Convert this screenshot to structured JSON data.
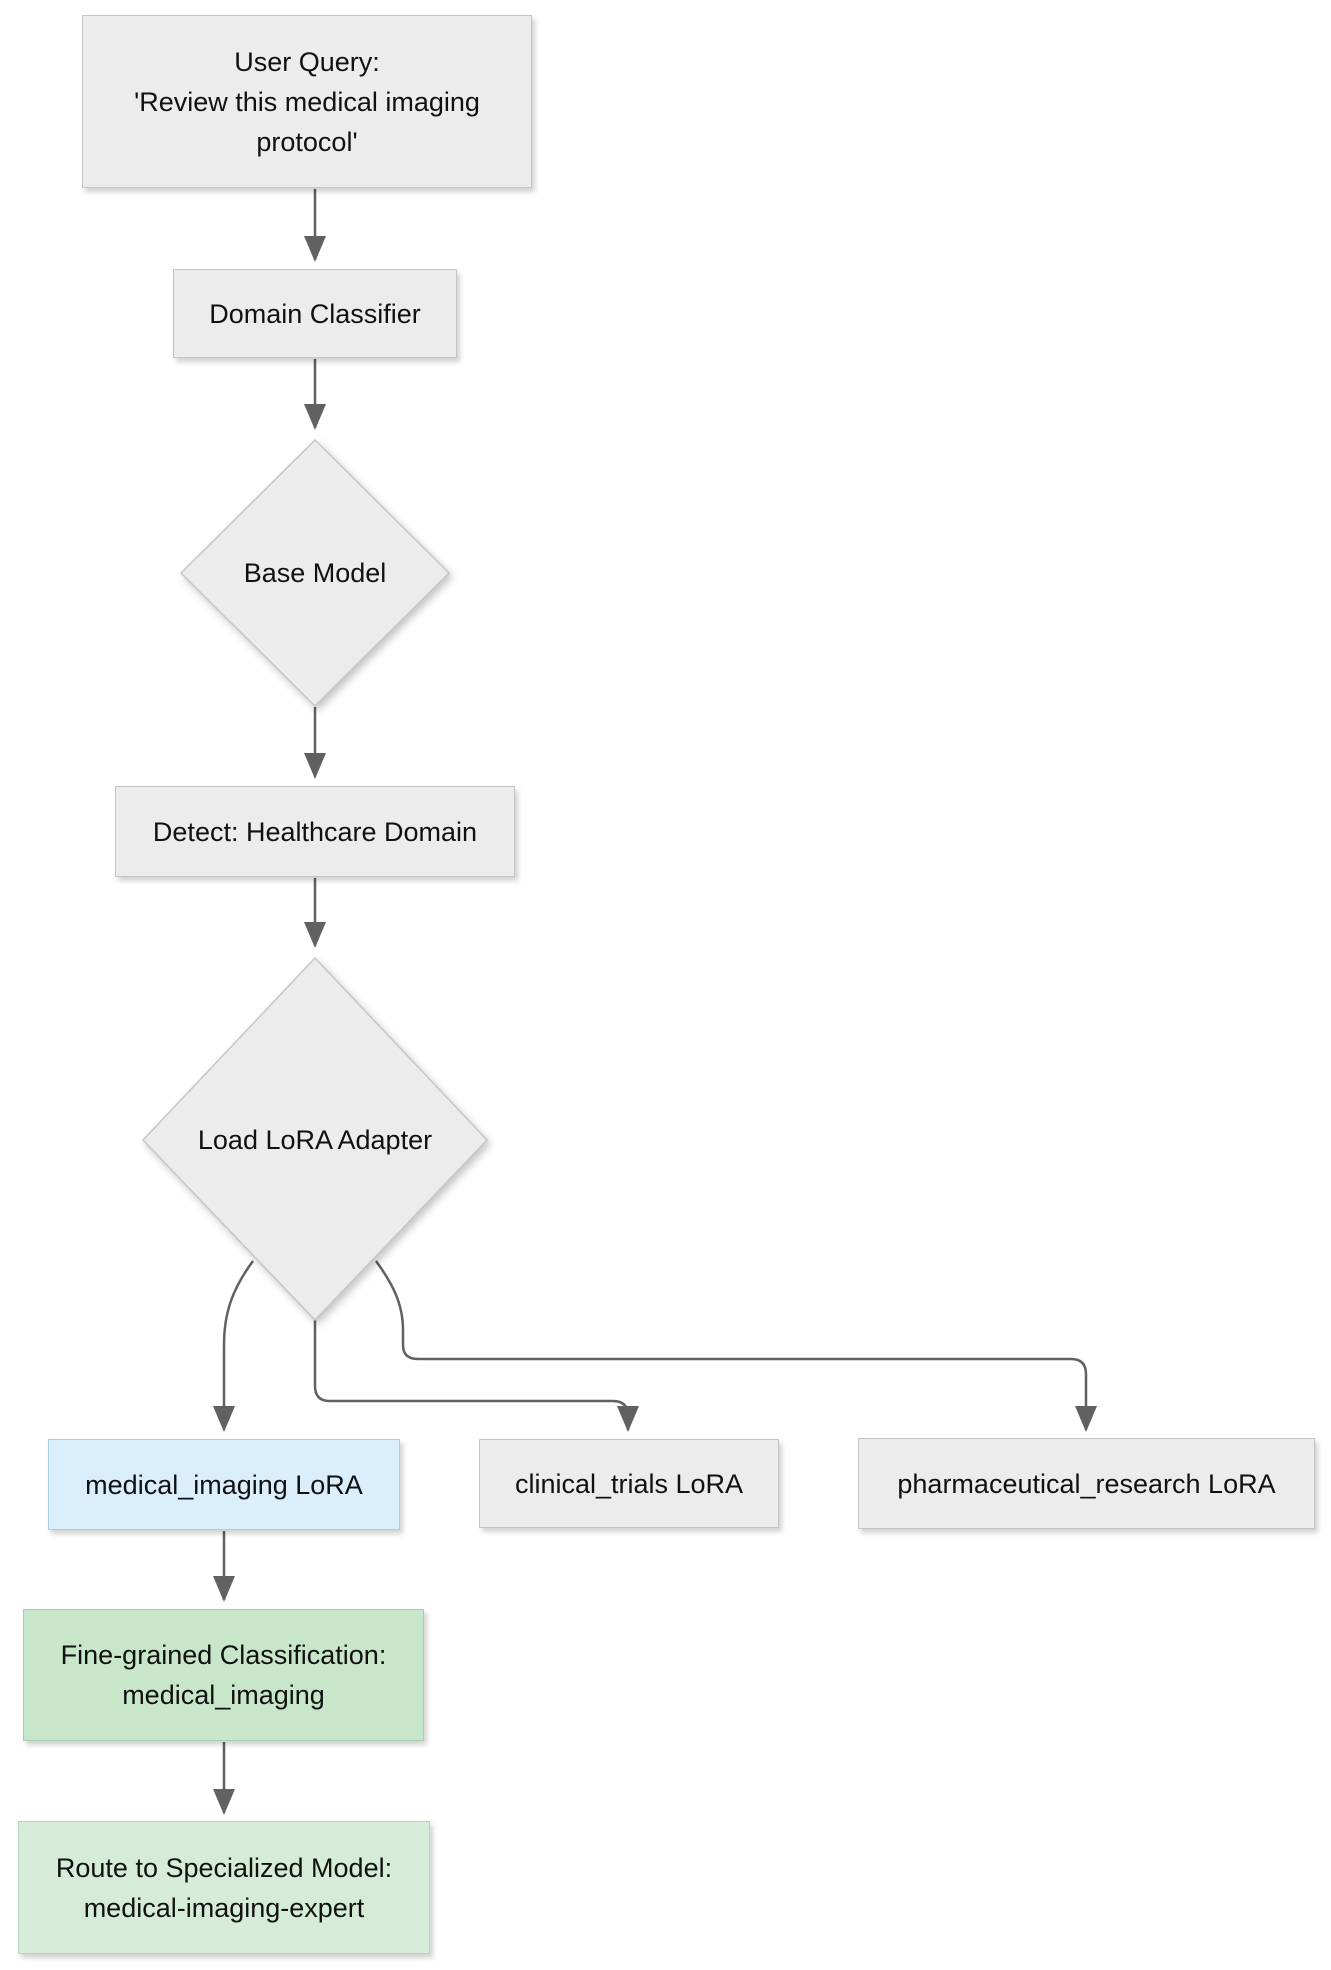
{
  "diagram": {
    "type": "flowchart",
    "direction": "top-down",
    "colors": {
      "background": "#ffffff",
      "node_default_fill": "#ececec",
      "node_default_stroke": "#c4c4c4",
      "node_highlight_blue_fill": "#daeefb",
      "node_green_fill": "#c8e6c9",
      "node_light_green_fill": "#d5ecd8",
      "edge_color": "#616161",
      "text_color": "#111111"
    },
    "nodes": [
      {
        "id": "user_query",
        "shape": "rect",
        "lines": [
          "User Query:",
          "'Review this medical imaging",
          "protocol'"
        ]
      },
      {
        "id": "domain_classifier",
        "shape": "rect",
        "lines": [
          "Domain Classifier"
        ]
      },
      {
        "id": "base_model",
        "shape": "diamond",
        "lines": [
          "Base Model"
        ]
      },
      {
        "id": "detect_healthcare",
        "shape": "rect",
        "lines": [
          "Detect: Healthcare Domain"
        ]
      },
      {
        "id": "load_lora_adapter",
        "shape": "diamond",
        "lines": [
          "Load LoRA Adapter"
        ]
      },
      {
        "id": "medical_imaging_lora",
        "shape": "rect",
        "highlight": "blue",
        "lines": [
          "medical_imaging LoRA"
        ]
      },
      {
        "id": "clinical_trials_lora",
        "shape": "rect",
        "lines": [
          "clinical_trials LoRA"
        ]
      },
      {
        "id": "pharmaceutical_research_lora",
        "shape": "rect",
        "lines": [
          "pharmaceutical_research LoRA"
        ]
      },
      {
        "id": "fine_grained_classification",
        "shape": "rect",
        "highlight": "green",
        "lines": [
          "Fine-grained Classification:",
          "medical_imaging"
        ]
      },
      {
        "id": "route_specialized_model",
        "shape": "rect",
        "highlight": "light-green",
        "lines": [
          "Route to Specialized Model:",
          "medical-imaging-expert"
        ]
      }
    ],
    "edges": [
      {
        "from": "user_query",
        "to": "domain_classifier"
      },
      {
        "from": "domain_classifier",
        "to": "base_model"
      },
      {
        "from": "base_model",
        "to": "detect_healthcare"
      },
      {
        "from": "detect_healthcare",
        "to": "load_lora_adapter"
      },
      {
        "from": "load_lora_adapter",
        "to": "medical_imaging_lora"
      },
      {
        "from": "load_lora_adapter",
        "to": "clinical_trials_lora"
      },
      {
        "from": "load_lora_adapter",
        "to": "pharmaceutical_research_lora"
      },
      {
        "from": "medical_imaging_lora",
        "to": "fine_grained_classification"
      },
      {
        "from": "fine_grained_classification",
        "to": "route_specialized_model"
      }
    ]
  }
}
